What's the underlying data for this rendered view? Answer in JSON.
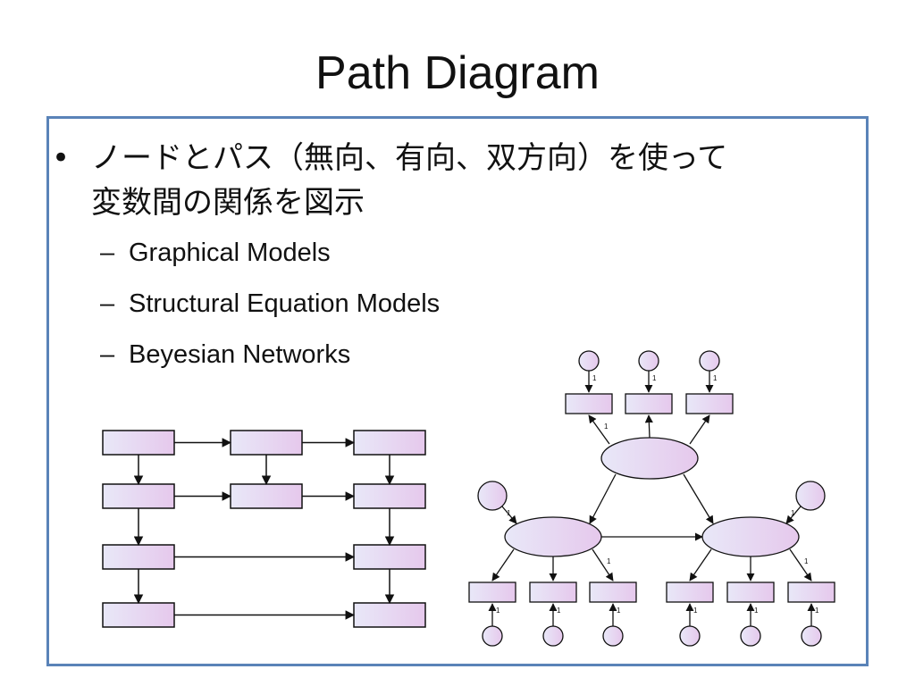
{
  "slide": {
    "title": "Path Diagram",
    "bullet": {
      "marker": "•",
      "line1": "ノードとパス（無向、有向、双方向）を使って",
      "line2": "変数間の関係を図示"
    },
    "sub_bullets": [
      {
        "dash": "–",
        "label": "Graphical Models"
      },
      {
        "dash": "–",
        "label": "Structural Equation Models"
      },
      {
        "dash": "–",
        "label": "Beyesian Networks"
      }
    ]
  },
  "diagrams": {
    "path_grid": {
      "rows": 4,
      "columns": 3
    },
    "sem_model": {
      "latent_factors": 3,
      "indicators_per_factor": 3,
      "path_label": "1"
    }
  },
  "colors": {
    "border": "#5a83b8",
    "node_fill_start": "#e8e8f8",
    "node_fill_end": "#e6c8ec",
    "stroke": "#111111"
  }
}
